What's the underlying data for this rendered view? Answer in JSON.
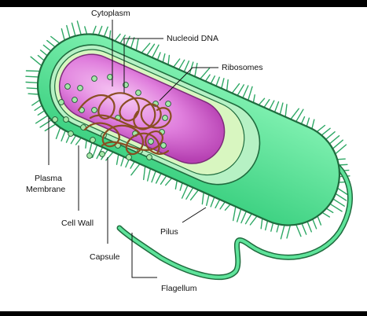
{
  "diagram": {
    "labels": {
      "cytoplasm": "Cytoplasm",
      "nucleoid": "Nucleoid DNA",
      "ribosomes": "Ribosomes",
      "plasma_line1": "Plasma",
      "plasma_line2": "Membrane",
      "cell_wall": "Cell Wall",
      "pilus": "Pilus",
      "capsule": "Capsule",
      "flagellum": "Flagellum"
    },
    "colors": {
      "capsule": "#5ee39a",
      "capsule_outline": "#1f6b3e",
      "cell_wall": "#b6f1c4",
      "membrane": "#d8f6c0",
      "cytoplasm": "#d765d4",
      "cytoplasm_light": "#f2b4ef",
      "ribosome": "#a4e8a8",
      "dna": "#8a4e22",
      "pili": "#2ea865"
    }
  }
}
